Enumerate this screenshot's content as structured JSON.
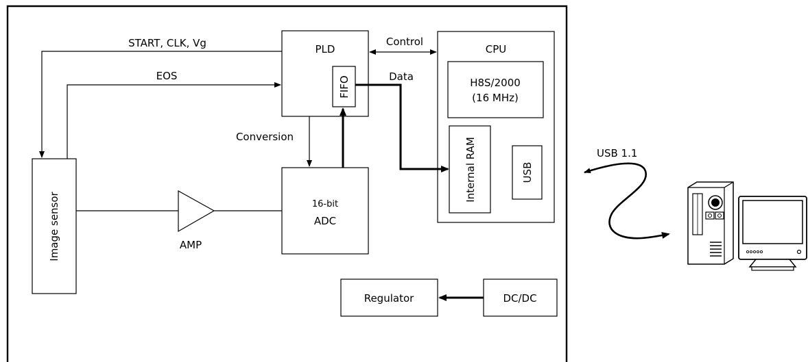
{
  "diagram": {
    "blocks": {
      "pld": "PLD",
      "fifo": "FIFO",
      "cpu": "CPU",
      "h8s_line1": "H8S/2000",
      "h8s_line2": "(16 MHz)",
      "internal_ram": "Internal RAM",
      "usb": "USB",
      "image_sensor": "Image sensor",
      "adc_line1": "16-bit",
      "adc_line2": "ADC",
      "amp": "AMP",
      "regulator": "Regulator",
      "dcdc": "DC/DC"
    },
    "signals": {
      "start_clk_vg": "START, CLK, Vg",
      "eos": "EOS",
      "control": "Control",
      "data": "Data",
      "conversion": "Conversion",
      "usb_link": "USB 1.1"
    },
    "icons": [
      "desktop-pc-icon"
    ]
  }
}
